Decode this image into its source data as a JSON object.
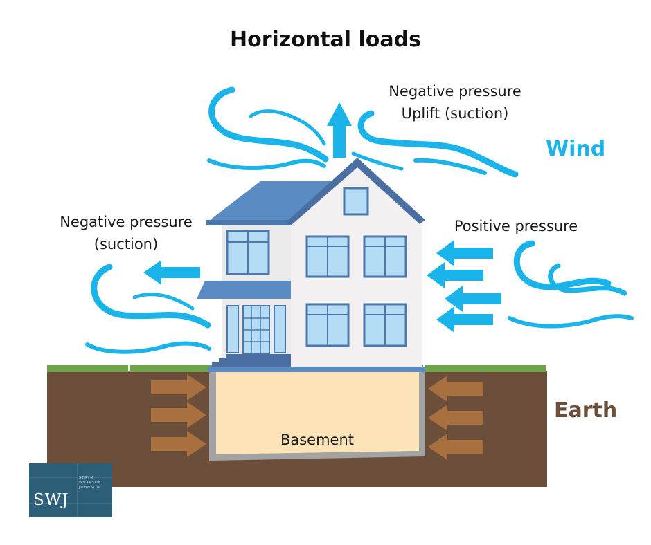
{
  "title": "Horizontal loads",
  "labels": {
    "roof_top_line1": "Negative pressure",
    "roof_top_line2": "Uplift (suction)",
    "wind": "Wind",
    "left_line1": "Negative pressure",
    "left_line2": "(suction)",
    "right": "Positive pressure",
    "earth": "Earth",
    "basement": "Basement"
  },
  "logo": {
    "main": "SWJ",
    "small": "STRYM WRAPSON JOHNSON"
  },
  "colors": {
    "wind": "#1bb4ea",
    "earth_text": "#6b4f3a",
    "soil": "#6b4f3a",
    "basement": "#fde4b8",
    "earth_arrow": "#a8703e",
    "roof": "#5a8bc2",
    "window": "#b5dcf5",
    "logo": "#2d5f78"
  }
}
